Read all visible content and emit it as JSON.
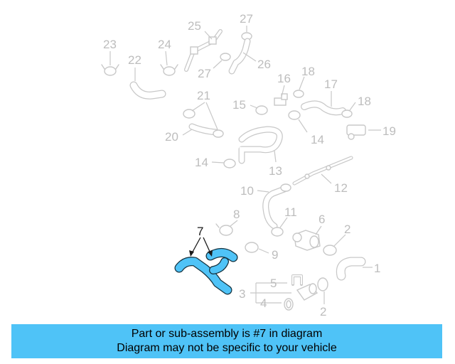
{
  "highlight": {
    "part_number": "7",
    "color": "#4fc3f7"
  },
  "callouts": {
    "c1": "1",
    "c2a": "2",
    "c2b": "2",
    "c3": "3",
    "c4": "4",
    "c5": "5",
    "c6": "6",
    "c7": "7",
    "c8": "8",
    "c9": "9",
    "c10": "10",
    "c11": "11",
    "c12": "12",
    "c13": "13",
    "c14a": "14",
    "c14b": "14",
    "c15": "15",
    "c16": "16",
    "c17": "17",
    "c18a": "18",
    "c18b": "18",
    "c19": "19",
    "c20": "20",
    "c21": "21",
    "c22": "22",
    "c23": "23",
    "c24": "24",
    "c25": "25",
    "c26": "26",
    "c27a": "27",
    "c27b": "27"
  },
  "caption": {
    "line1": "Part or sub-assembly is #7 in diagram",
    "line2": "Diagram may not be specific to your vehicle"
  }
}
